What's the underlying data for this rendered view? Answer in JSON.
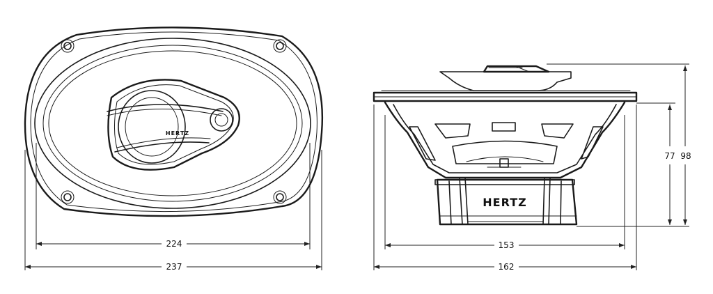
{
  "brand": {
    "logo_front": "HERTZ",
    "logo_side": "HERTZ"
  },
  "dimensions": {
    "front_inner_width": "224",
    "front_outer_width": "237",
    "side_magnet_width": "153",
    "side_frame_width": "162",
    "side_depth_inner": "77",
    "side_depth_total": "98"
  },
  "colors": {
    "line": "#1a1a1a",
    "background": "#ffffff"
  }
}
